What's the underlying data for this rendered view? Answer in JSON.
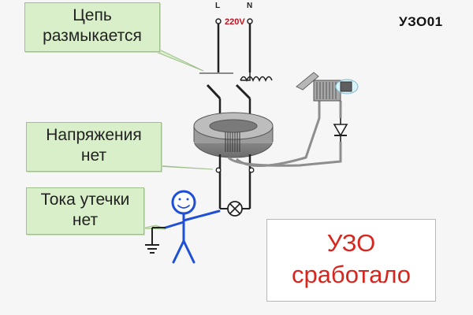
{
  "header": {
    "device_id": "УЗО01"
  },
  "supply": {
    "phase_label": "L",
    "neutral_label": "N",
    "voltage": "220V"
  },
  "callouts": {
    "circuit_opens": [
      "Цепь",
      "размыкается"
    ],
    "no_voltage": [
      "Напряжения",
      "нет"
    ],
    "no_leakage": [
      "Тока утечки",
      "нет"
    ]
  },
  "status": {
    "line1": "УЗО",
    "line2": "сработало"
  },
  "colors": {
    "callout_fill": "#d8efc9",
    "status_text": "#d7261e",
    "voltage_text": "#c1121f",
    "figure_blue": "#1f4fd6",
    "wire": "#222222",
    "toroid": "#8c8c8c"
  },
  "icons": [
    "toroid-core-icon",
    "trip-coil-icon",
    "diode-icon",
    "lamp-icon",
    "ground-icon",
    "stick-figure-icon"
  ]
}
